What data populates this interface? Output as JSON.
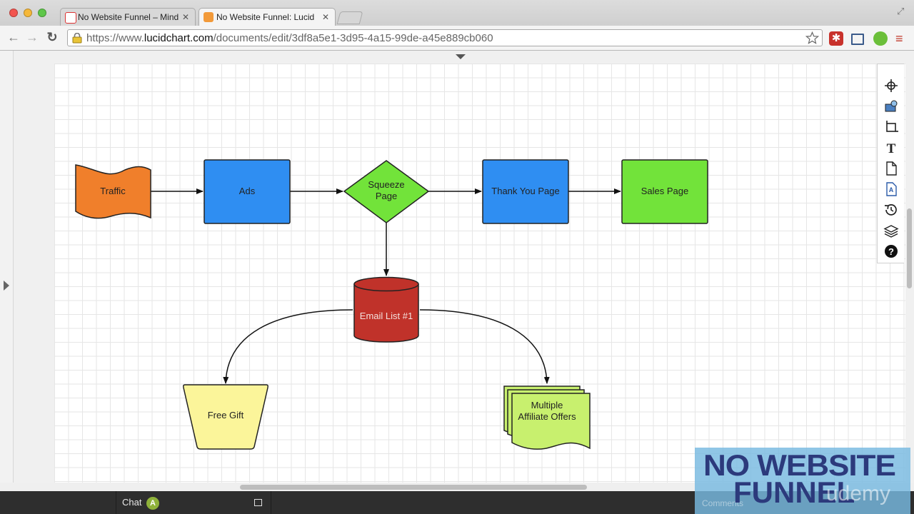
{
  "browser": {
    "tabs": [
      {
        "title": "No Website Funnel – Mind"
      },
      {
        "title": "No Website Funnel: Lucid"
      }
    ],
    "url_prefix": "https://www.",
    "url_host": "lucidchart.com",
    "url_path": "/documents/edit/3df8a5e1-3d95-4a15-99de-a45e889cb060"
  },
  "diagram": {
    "nodes": {
      "traffic": "Traffic",
      "ads": "Ads",
      "squeeze_1": "Squeeze",
      "squeeze_2": "Page",
      "thank_you": "Thank You Page",
      "sales": "Sales Page",
      "email_list": "Email List #1",
      "free_gift": "Free Gift",
      "affiliate_1": "Multiple",
      "affiliate_2": "Affiliate Offers"
    },
    "colors": {
      "orange": "#f07f2b",
      "blue": "#2f8ef2",
      "green": "#72e33a",
      "red": "#c0322a",
      "yellow": "#fbf59a",
      "lime": "#c8f06e"
    }
  },
  "right_toolbar": {
    "icons": [
      "crosshair-icon",
      "image-icon",
      "crop-icon",
      "text-icon",
      "page-icon",
      "text-box-icon",
      "history-icon",
      "layers-icon",
      "help-icon"
    ]
  },
  "bottom_bar": {
    "chat_label": "Chat",
    "chat_avatar": "A"
  },
  "watermark": {
    "line1": "NO WEBSITE",
    "line2": "FUNNEL",
    "udemy": "udemy",
    "comments": "Comments"
  }
}
